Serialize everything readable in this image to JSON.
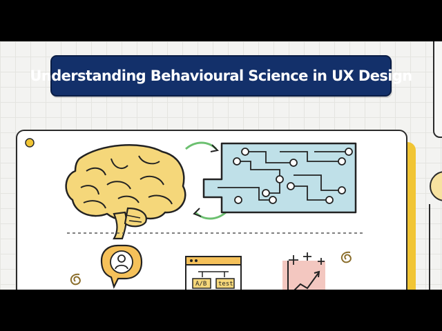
{
  "banner": {
    "title": "Understanding Behavioural Science in UX Design"
  },
  "illustration": {
    "ab_test": {
      "label_a": "A/B",
      "label_b": "test"
    }
  },
  "colors": {
    "banner_bg": "#13306a",
    "accent_yellow": "#f1c534",
    "brain_fill": "#f5d77a",
    "circuit_fill": "#bfe0e8",
    "arrow_green": "#6cc070",
    "chart_pink": "#f3c7c0"
  },
  "icons": [
    "brain-icon",
    "circuit-board-icon",
    "cycle-arrows-icon",
    "user-speech-bubble-icon",
    "ab-test-window-icon",
    "growth-chart-icon",
    "sparkle-icon",
    "spiral-icon"
  ]
}
